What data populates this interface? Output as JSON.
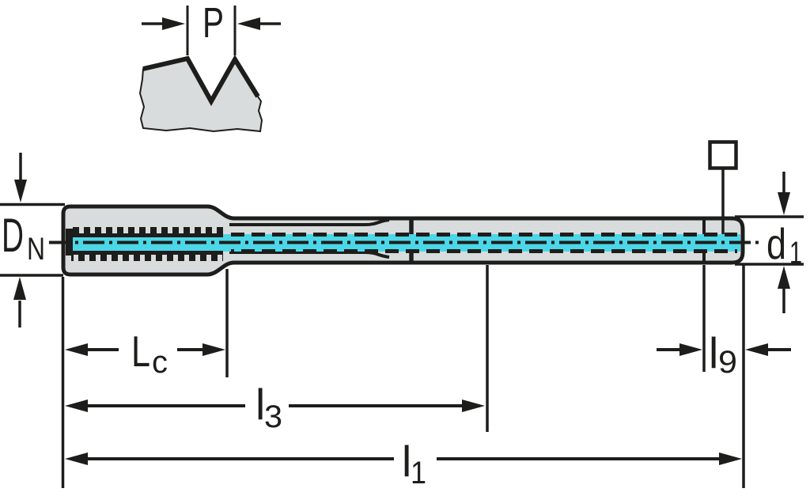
{
  "drawing": {
    "title": "tap-dimensional-drawing",
    "views": [
      "thread-profile-detail",
      "side-view-with-coolant-channel"
    ]
  },
  "labels": {
    "pitch": {
      "text": "P"
    },
    "nominal_diameter": {
      "main": "D",
      "sub": "N"
    },
    "shank_diameter": {
      "main": "d",
      "sub": "1"
    },
    "chamfer_length": {
      "main": "L",
      "sub": "c"
    },
    "length_l3": {
      "main": "l",
      "sub": "3"
    },
    "overall_length": {
      "main": "l",
      "sub": "1"
    },
    "square_length": {
      "main": "l",
      "sub": "9"
    }
  },
  "icons": {
    "square_drive_symbol": "square-outline-icon"
  },
  "colors": {
    "line_black": "#1d1d1b",
    "body_grey": "#d8dcdd",
    "coolant_cyan": "#4cd7e8",
    "background": "#ffffff"
  }
}
